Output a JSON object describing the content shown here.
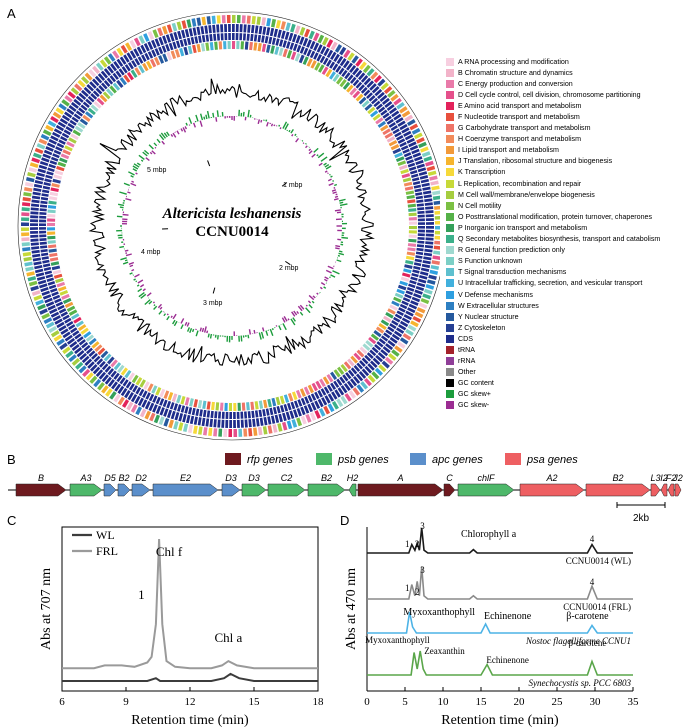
{
  "panels": {
    "a": "A",
    "b": "B",
    "c": "C",
    "d": "D"
  },
  "genome": {
    "species": "Altericista leshanensis",
    "strain": "CCNU0014",
    "mbp_labels": [
      "1 mbp",
      "2 mbp",
      "3 mbp",
      "4 mbp",
      "5 mbp"
    ]
  },
  "legend": [
    {
      "label": "A RNA processing and modification",
      "color": "#f7cfe0"
    },
    {
      "label": "B Chromatin structure and dynamics",
      "color": "#f2b3c9"
    },
    {
      "label": "C Energy production and conversion",
      "color": "#e97aa9"
    },
    {
      "label": "D Cell cycle control, cell division, chromosome partitioning",
      "color": "#e5508b"
    },
    {
      "label": "E Amino acid transport and metabolism",
      "color": "#e3225b"
    },
    {
      "label": "F Nucleotide transport and metabolism",
      "color": "#e8503d"
    },
    {
      "label": "G Carbohydrate transport and metabolism",
      "color": "#ee7467"
    },
    {
      "label": "H Coenzyme transport and metabolism",
      "color": "#f28b5a"
    },
    {
      "label": "I Lipid transport and metabolism",
      "color": "#f29a3a"
    },
    {
      "label": "J Translation, ribosomal structure and biogenesis",
      "color": "#f6b52e"
    },
    {
      "label": "K Transcription",
      "color": "#f6d93a"
    },
    {
      "label": "L Replication, recombination and repair",
      "color": "#c7d939"
    },
    {
      "label": "M Cell wall/membrane/envelope biogenesis",
      "color": "#a6cd3f"
    },
    {
      "label": "N Cell motility",
      "color": "#7bc043"
    },
    {
      "label": "O Posttranslational modification, protein turnover, chaperones",
      "color": "#55b148"
    },
    {
      "label": "P Inorganic ion transport and metabolism",
      "color": "#34a05a"
    },
    {
      "label": "Q Secondary metabolites biosynthesis, transport and catabolism",
      "color": "#3bb08a"
    },
    {
      "label": "R General function prediction only",
      "color": "#9fd9d0"
    },
    {
      "label": "S Function unknown",
      "color": "#7ccfc6"
    },
    {
      "label": "T Signal transduction mechanisms",
      "color": "#5ec0cf"
    },
    {
      "label": "U Intracellular trafficking, secretion, and vesicular transport",
      "color": "#41b0dd"
    },
    {
      "label": "V Defense mechanisms",
      "color": "#2e9fe0"
    },
    {
      "label": "W Extracellular structures",
      "color": "#2d7fc2"
    },
    {
      "label": "Y Nuclear structure",
      "color": "#25599e"
    },
    {
      "label": "Z Cytoskeleton",
      "color": "#253f93"
    },
    {
      "label": "CDS",
      "color": "#1e2c8b"
    },
    {
      "label": "tRNA",
      "color": "#a3212b"
    },
    {
      "label": "rRNA",
      "color": "#8f3e98"
    },
    {
      "label": "Other",
      "color": "#8a8a8a"
    },
    {
      "label": "GC content",
      "color": "#000000"
    },
    {
      "label": "GC skew+",
      "color": "#1c9c3c"
    },
    {
      "label": "GC skew-",
      "color": "#9b2c92"
    }
  ],
  "gene_legend": [
    {
      "label": "rfp genes",
      "color": "#6e1a1f"
    },
    {
      "label": "psb genes",
      "color": "#4eb86a"
    },
    {
      "label": "apc genes",
      "color": "#5b8fcb"
    },
    {
      "label": "psa genes",
      "color": "#ee5f62"
    }
  ],
  "genes": [
    {
      "label": "B",
      "color": "#6e1a1f",
      "dir": "right"
    },
    {
      "label": "A3",
      "color": "#4eb86a",
      "dir": "right"
    },
    {
      "label": "D5",
      "color": "#5b8fcb",
      "dir": "right"
    },
    {
      "label": "B2",
      "color": "#5b8fcb",
      "dir": "right"
    },
    {
      "label": "D2",
      "color": "#5b8fcb",
      "dir": "right"
    },
    {
      "label": "E2",
      "color": "#5b8fcb",
      "dir": "right"
    },
    {
      "label": "D3",
      "color": "#5b8fcb",
      "dir": "right"
    },
    {
      "label": "D3",
      "color": "#4eb86a",
      "dir": "right"
    },
    {
      "label": "C2",
      "color": "#4eb86a",
      "dir": "right"
    },
    {
      "label": "B2",
      "color": "#4eb86a",
      "dir": "right"
    },
    {
      "label": "H2",
      "color": "#4eb86a",
      "dir": "left"
    },
    {
      "label": "A",
      "color": "#6e1a1f",
      "dir": "right"
    },
    {
      "label": "C",
      "color": "#6e1a1f",
      "dir": "right"
    },
    {
      "label": "chlF",
      "color": "#4eb86a",
      "dir": "right"
    },
    {
      "label": "A2",
      "color": "#ee5f62",
      "dir": "right"
    },
    {
      "label": "B2",
      "color": "#ee5f62",
      "dir": "right"
    },
    {
      "label": "L3",
      "color": "#ee5f62",
      "dir": "right"
    },
    {
      "label": "I2",
      "color": "#ee5f62",
      "dir": "left"
    },
    {
      "label": "F2",
      "color": "#ee5f62",
      "dir": "left"
    },
    {
      "label": "J2",
      "color": "#ee5f62",
      "dir": "right"
    }
  ],
  "scale_bar": "2kb",
  "chart_data": [
    {
      "type": "line",
      "panel": "C",
      "ylabel": "Abs at 707 nm",
      "xlabel": "Retention time (min)",
      "xlim": [
        6,
        18
      ],
      "x_ticks": [
        6,
        9,
        12,
        15,
        18
      ],
      "series": [
        {
          "name": "WL",
          "color": "#3c3c3c",
          "x": [
            6,
            7.5,
            8,
            9,
            10,
            10.4,
            10.6,
            11,
            12,
            13,
            13.6,
            13.9,
            14.3,
            15,
            16,
            18
          ],
          "y": [
            0.0,
            0.0,
            0.0,
            0.0,
            0.0,
            0.02,
            0.0,
            0.0,
            0.0,
            0.0,
            0.02,
            0.05,
            0.02,
            0.0,
            0.0,
            0.0
          ]
        },
        {
          "name": "FRL",
          "color": "#9a9a9a",
          "x": [
            6,
            7.5,
            8,
            8.8,
            9.4,
            10.0,
            10.2,
            10.4,
            10.55,
            10.7,
            10.9,
            11.3,
            12,
            13,
            13.5,
            13.8,
            14.2,
            15,
            16,
            18
          ],
          "y": [
            0.09,
            0.09,
            0.11,
            0.11,
            0.1,
            0.13,
            0.17,
            0.4,
            1.0,
            0.4,
            0.14,
            0.1,
            0.09,
            0.09,
            0.11,
            0.14,
            0.11,
            0.09,
            0.09,
            0.09
          ]
        }
      ],
      "annotations": [
        {
          "text": "Chl f",
          "x": 10.5
        },
        {
          "text": "1",
          "x": 10.0
        },
        {
          "text": "Chl a",
          "x": 13.8
        }
      ]
    },
    {
      "type": "line",
      "panel": "D",
      "ylabel": "Abs at 470 nm",
      "xlabel": "Retention time (min)",
      "xlim": [
        0,
        35
      ],
      "x_ticks": [
        0,
        5,
        10,
        15,
        20,
        25,
        30,
        35
      ],
      "series": [
        {
          "name": "CCNU0014 (WL)",
          "color": "#1a1a1a",
          "x": [
            0,
            5.5,
            5.9,
            6.3,
            6.6,
            6.9,
            7.2,
            7.5,
            8,
            13.5,
            14,
            14.5,
            29,
            29.6,
            30.3,
            35
          ],
          "y": [
            0,
            0,
            0.3,
            0.1,
            0.35,
            0.1,
            0.9,
            0.1,
            0,
            0,
            0.12,
            0,
            0,
            0.3,
            0,
            0
          ]
        },
        {
          "name": "CCNU0014 (FRL)",
          "color": "#8a8a8a",
          "x": [
            0,
            5.5,
            5.9,
            6.3,
            6.6,
            6.9,
            7.2,
            7.5,
            8,
            13.5,
            14,
            14.5,
            29,
            29.6,
            30.3,
            35
          ],
          "y": [
            0,
            0,
            0.45,
            0.1,
            0.55,
            0.1,
            1.0,
            0.1,
            0,
            0,
            0.1,
            0,
            0,
            0.4,
            0,
            0
          ]
        },
        {
          "name": "Nostoc flagelliforme CCNU1",
          "color": "#4db3e6",
          "x": [
            0,
            5.2,
            5.6,
            6.0,
            6.5,
            15,
            15.6,
            16.2,
            29,
            29.6,
            30.3,
            35
          ],
          "y": [
            0,
            0,
            0.7,
            0.2,
            0,
            0,
            0.3,
            0,
            0,
            0.25,
            0,
            0
          ]
        },
        {
          "name": "Synechocystis sp. PCC 6803",
          "color": "#5aa64a",
          "x": [
            0,
            5.8,
            6.2,
            6.6,
            7.0,
            7.4,
            7.8,
            15,
            15.8,
            16.5,
            29,
            29.6,
            30.3,
            35
          ],
          "y": [
            0,
            0,
            0.75,
            0.2,
            0.8,
            0.2,
            0,
            0,
            0.35,
            0,
            0,
            0.45,
            0,
            0
          ]
        }
      ],
      "annotations": [
        {
          "text": "Chlorophyll a"
        },
        {
          "text": "Myxoxanthophyll"
        },
        {
          "text": "Echinenone"
        },
        {
          "text": "β-carotene"
        },
        {
          "text": "Zeaxanthin"
        },
        {
          "text": "1"
        },
        {
          "text": "2"
        },
        {
          "text": "3"
        },
        {
          "text": "4"
        }
      ]
    }
  ]
}
